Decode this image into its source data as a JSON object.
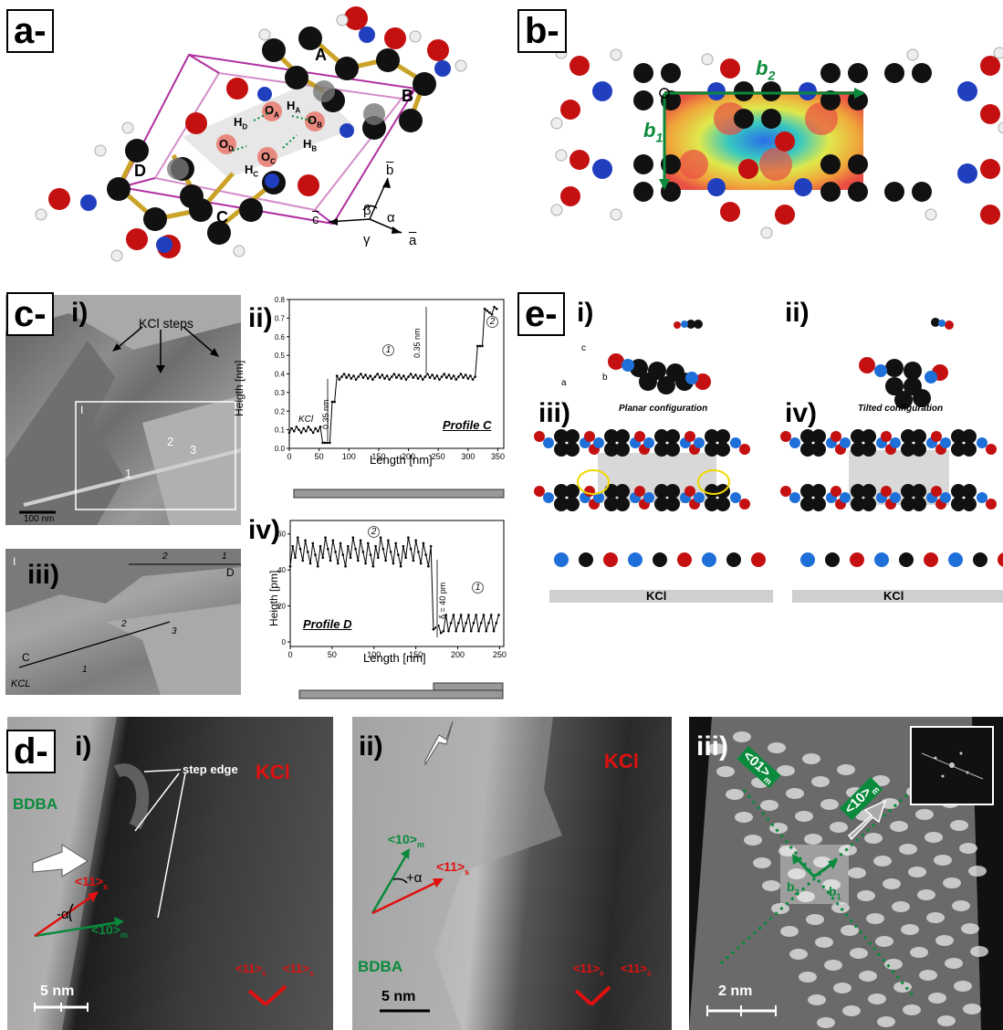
{
  "panel_a": {
    "label": "a-",
    "molecule_labels": [
      "A",
      "B",
      "C",
      "D"
    ],
    "atom_labels": {
      "OA": "O",
      "OA_sub": "A",
      "OB": "O",
      "OB_sub": "B",
      "OC": "O",
      "OC_sub": "C",
      "OD": "O",
      "OD_sub": "D",
      "HA": "H",
      "HA_sub": "A",
      "HB": "H",
      "HB_sub": "B",
      "HC": "H",
      "HC_sub": "C",
      "HD": "H",
      "HD_sub": "D"
    },
    "axes": {
      "a": "a",
      "b": "b",
      "c": "c",
      "alpha": "α",
      "beta": "β",
      "gamma": "γ"
    }
  },
  "panel_b": {
    "label": "b-",
    "vec_b1": "b",
    "vec_b1_sub": "1",
    "vec_b2": "b",
    "vec_b2_sub": "2"
  },
  "panel_c": {
    "label": "c-",
    "sub_i": "i)",
    "sub_ii": "ii)",
    "sub_iii": "iii)",
    "sub_iv": "iv)",
    "kcl_steps": "KCl steps",
    "img_i_marks": {
      "box": "I",
      "n1": "1",
      "n2": "2",
      "n3": "3",
      "scale": "100 nm"
    },
    "img_iii_marks": {
      "box": "I",
      "n1": "1",
      "n2": "2",
      "n3": "3",
      "top2": "2",
      "top1": "1",
      "C": "C",
      "D": "D",
      "kcl": "KCL"
    },
    "profile_c": {
      "title": "Profile C",
      "ylabel": "Heigth [nm]",
      "xlabel": "Length [nm]",
      "xticks": [
        "0",
        "50",
        "100",
        "150",
        "200",
        "250",
        "300",
        "350"
      ],
      "yticks": [
        "0.0",
        "0.1",
        "0.2",
        "0.3",
        "0.4",
        "0.5",
        "0.6",
        "0.7",
        "0.8"
      ],
      "kcl": "KCl",
      "step1": "0.35 nm",
      "step2": "0.35 nm",
      "mark1": "1",
      "mark2": "2"
    },
    "profile_d": {
      "title": "Profile D",
      "ylabel": "Heigth [pm]",
      "xlabel": "Length [nm]",
      "xticks": [
        "0",
        "50",
        "100",
        "150",
        "200",
        "250"
      ],
      "yticks": [
        "0",
        "20",
        "40",
        "60"
      ],
      "delta": "δ = 40 pm",
      "mark1": "1",
      "mark2": "2"
    }
  },
  "panel_d": {
    "label": "d-",
    "sub_i": "i)",
    "sub_ii": "ii)",
    "sub_iii": "iii)",
    "i": {
      "kcl": "KCl",
      "bdba": "BDBA",
      "step_edge": "step edge",
      "s11": "<11>",
      "s11_sub": "s",
      "m10": "<10>",
      "m10_sub": "m",
      "alpha": "-α",
      "s11b": "<11>",
      "s11b_sub": "s",
      "s11c": "<11>",
      "s11c_sub": "s",
      "scale": "5 nm"
    },
    "ii": {
      "kcl": "KCl",
      "bdba": "BDBA",
      "m10": "<10>",
      "m10_sub": "m",
      "s11": "<11>",
      "s11_sub": "s",
      "alpha": "+α",
      "s11b": "<11>",
      "s11b_sub": "s",
      "s11c": "<11>",
      "s11c_sub": "s",
      "scale": "5 nm"
    },
    "iii": {
      "m01": "<01>",
      "m01_sub": "m",
      "m10": "<10>",
      "m10_sub": "m",
      "b2": "b",
      "b2_sub": "2",
      "b1": "b",
      "b1_sub": "1",
      "scale": "2 nm"
    }
  },
  "panel_e": {
    "label": "e-",
    "sub_i": "i)",
    "sub_ii": "ii)",
    "sub_iii": "iii)",
    "sub_iv": "iv)",
    "planar": "Planar configuration",
    "tilted": "Tilted configuration",
    "kcl_left": "KCl",
    "kcl_right": "KCl",
    "ax_a": "a",
    "ax_b": "b",
    "ax_c": "c"
  },
  "colors": {
    "green": "#0a8a3c",
    "red": "#e01010",
    "magenta": "#b0309f",
    "kcl_gray": "#cfcfcf"
  }
}
